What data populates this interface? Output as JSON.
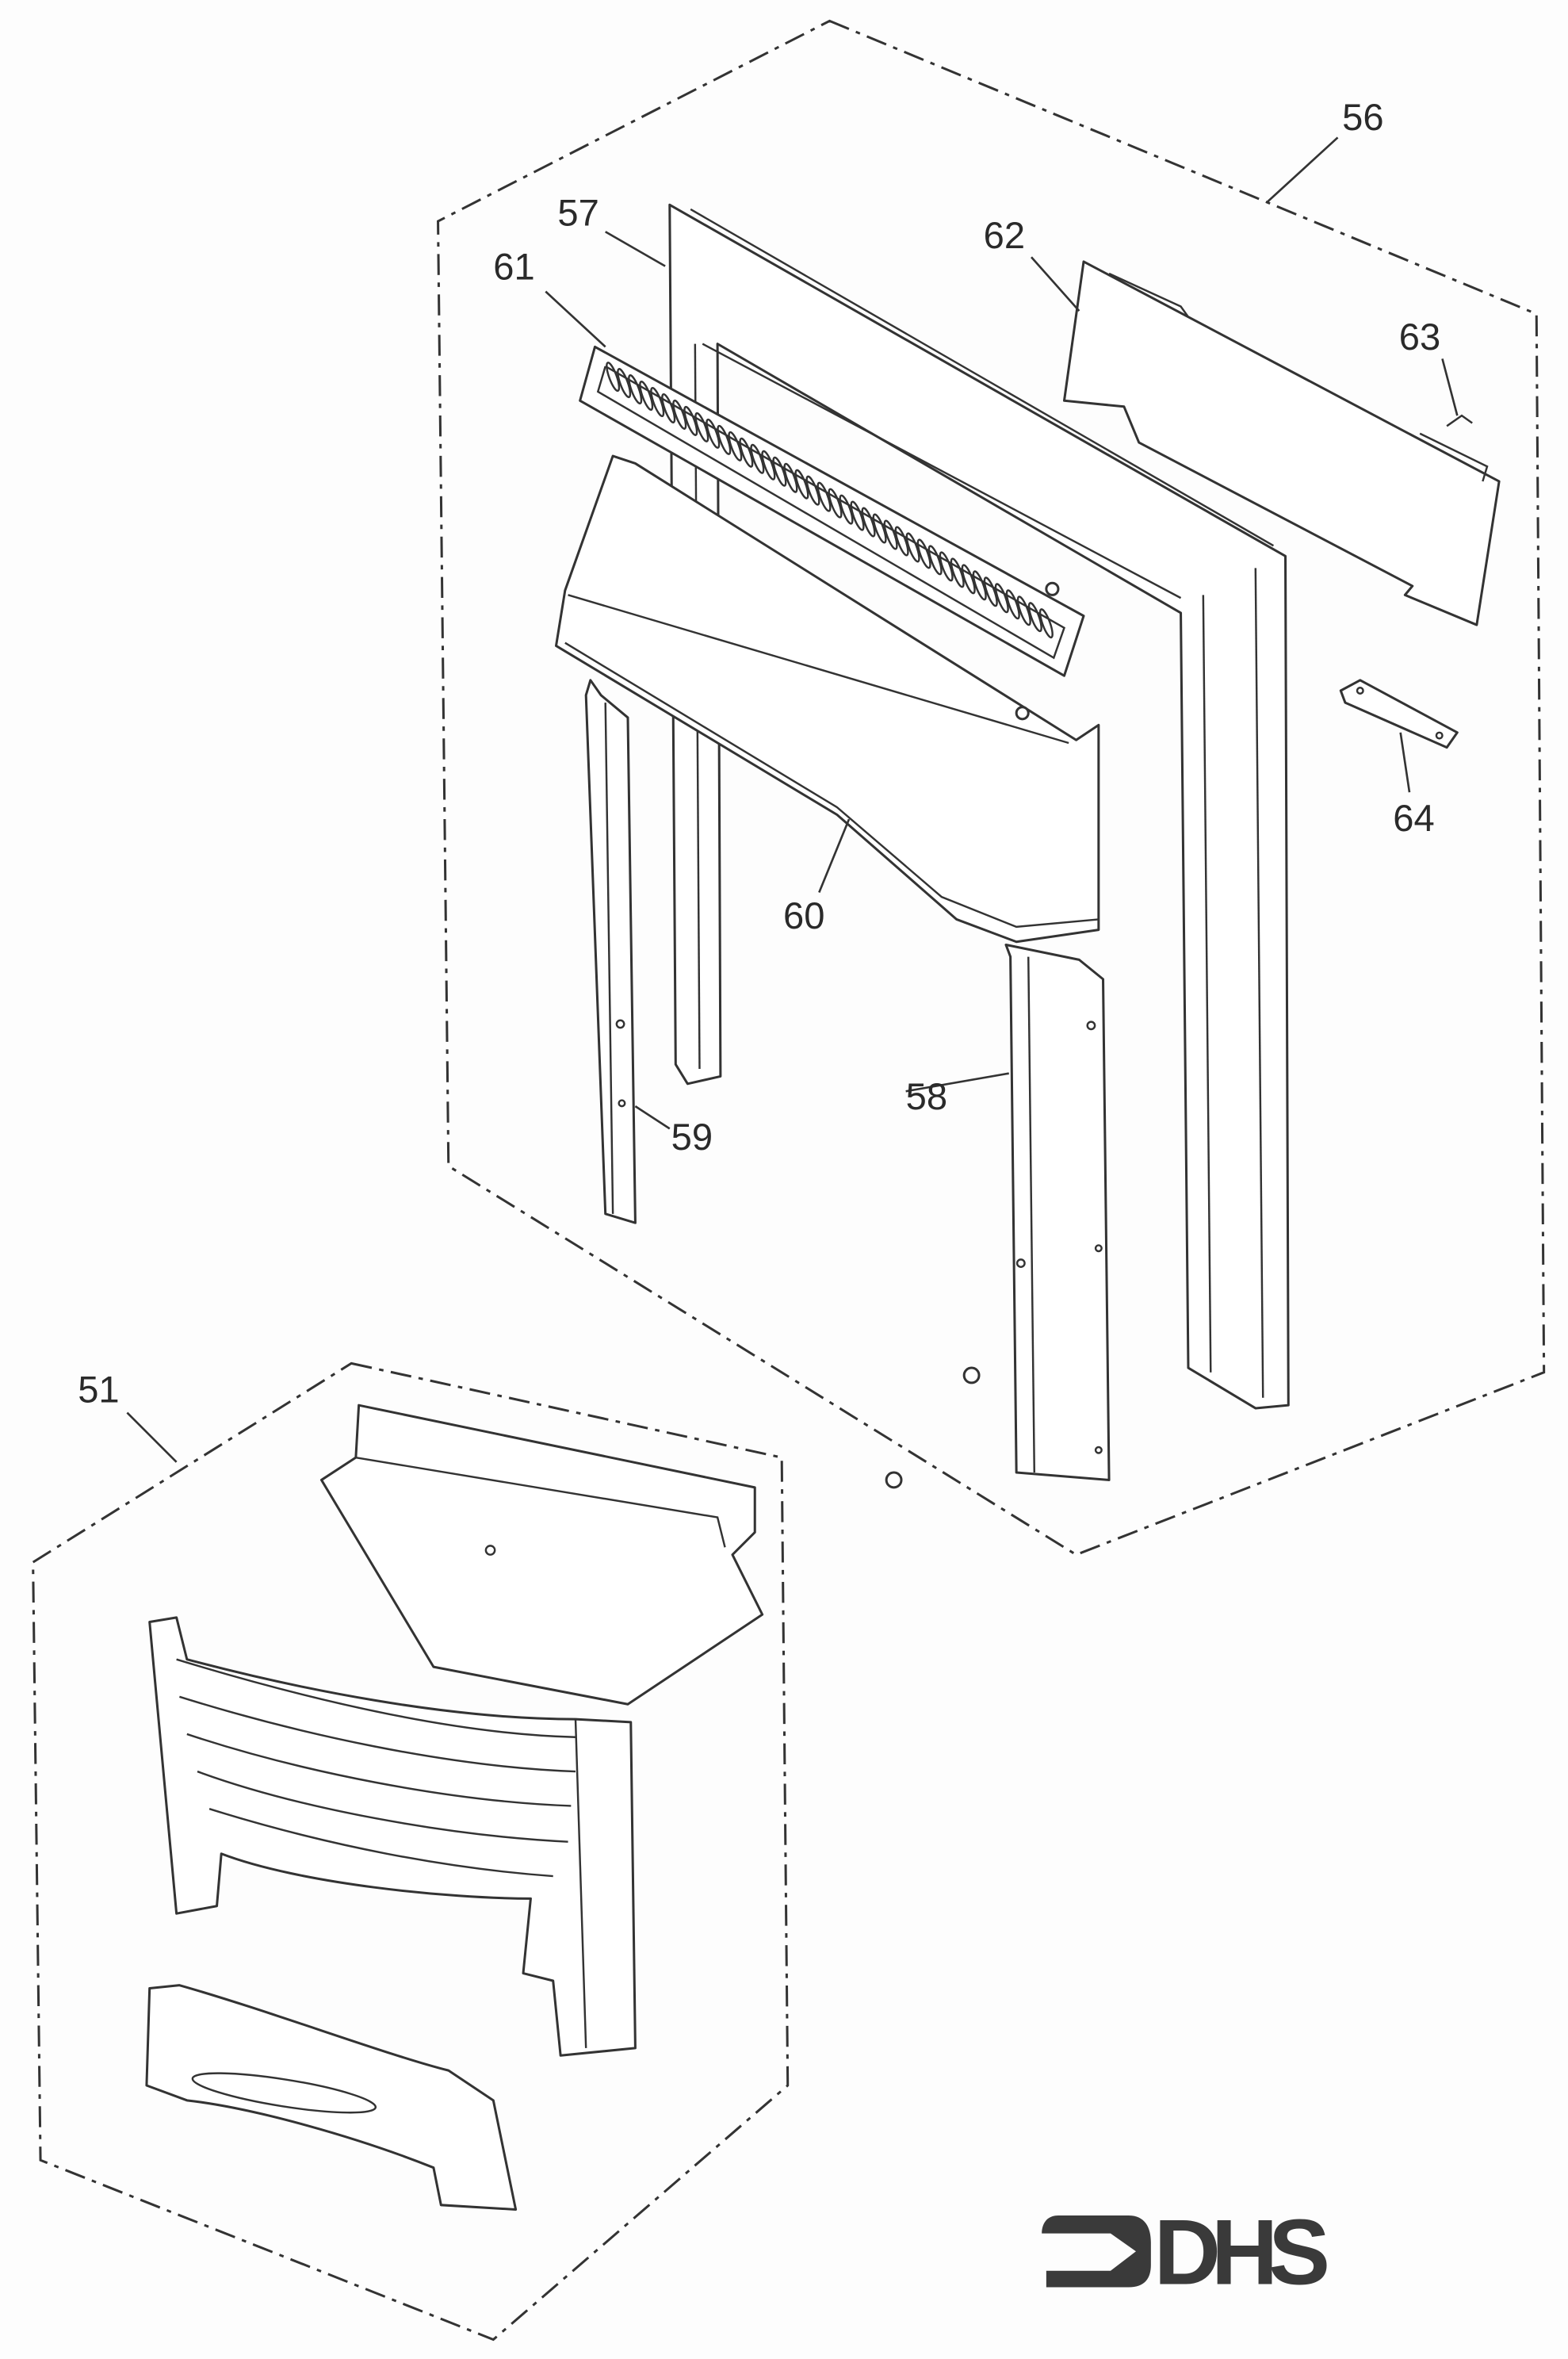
{
  "diagram": {
    "callouts": {
      "c51": "51",
      "c56": "56",
      "c57": "57",
      "c58": "58",
      "c59": "59",
      "c60": "60",
      "c61": "61",
      "c62": "62",
      "c63": "63",
      "c64": "64"
    },
    "logo": {
      "text": "DHS"
    }
  }
}
